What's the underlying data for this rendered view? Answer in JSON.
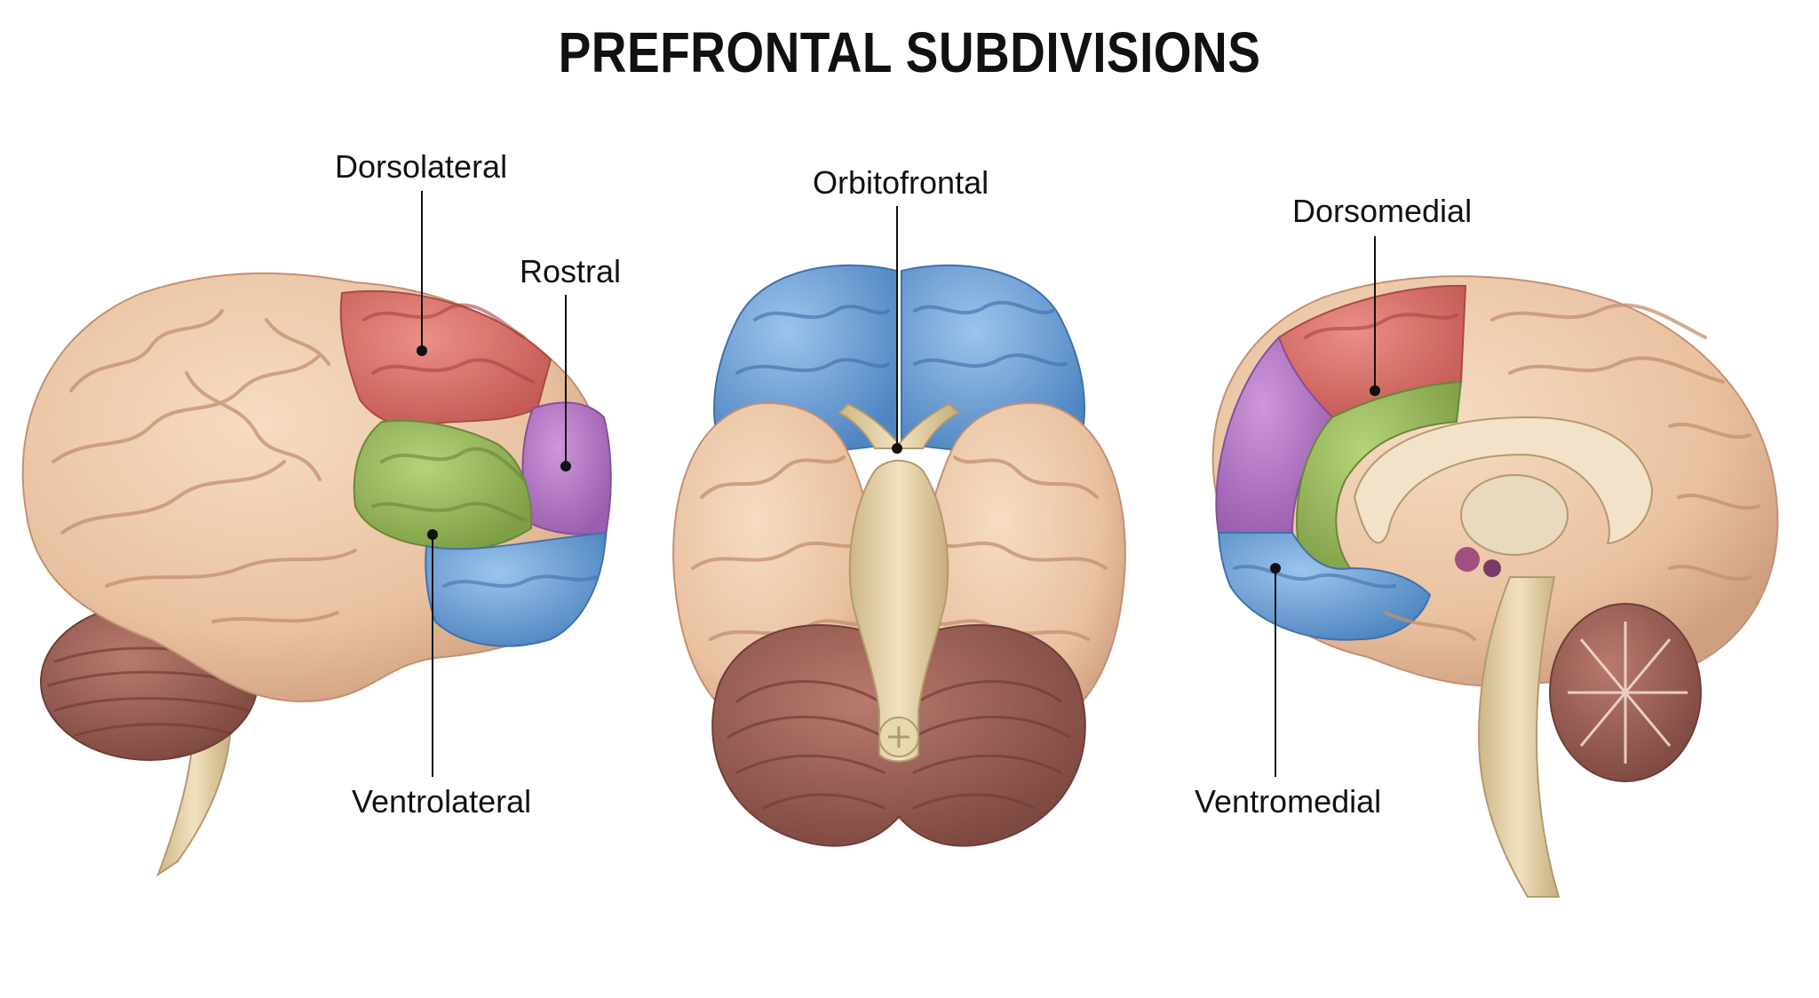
{
  "title": "PREFRONTAL SUBDIVISIONS",
  "labels": {
    "dorsolateral": "Dorsolateral",
    "rostral": "Rostral",
    "ventrolateral": "Ventrolateral",
    "orbitofrontal": "Orbitofrontal",
    "dorsomedial": "Dorsomedial",
    "ventromedial": "Ventromedial"
  },
  "colors": {
    "cortex": "#ecc7a6",
    "dorsolateral": "#d9706a",
    "rostral": "#b77bc6",
    "ventrolateral": "#98b85c",
    "orbitofrontal": "#6fa3d8",
    "cerebellum": "#9a5f55",
    "brainstem": "#e6d3a8"
  }
}
